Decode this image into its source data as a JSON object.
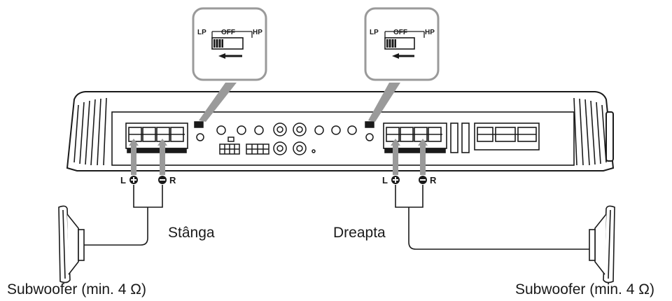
{
  "diagram": {
    "switch_left": {
      "lp": "LP",
      "off": "OFF",
      "hp": "HP"
    },
    "switch_right": {
      "lp": "LP",
      "off": "OFF",
      "hp": "HP"
    },
    "terminals_left": {
      "l": "L",
      "r": "R"
    },
    "terminals_right": {
      "l": "L",
      "r": "R"
    },
    "channel_left": "Stânga",
    "channel_right": "Dreapta",
    "sub_left": "Subwoofer (min. 4 Ω)",
    "sub_right": "Subwoofer (min. 4 Ω)"
  }
}
